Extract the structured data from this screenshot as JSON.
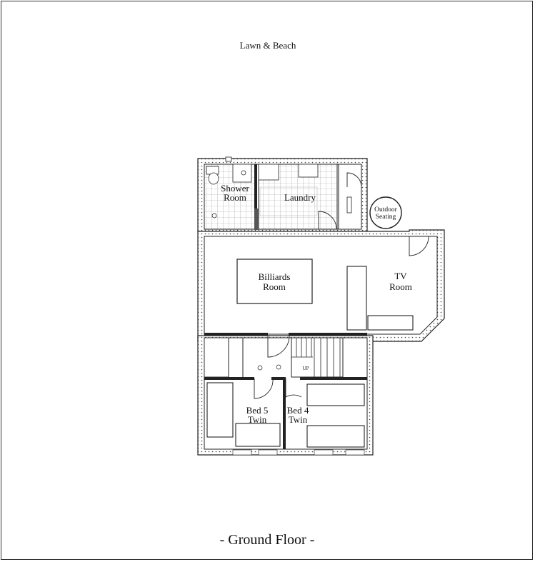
{
  "plan": {
    "top_label": "Lawn & Beach",
    "title": "- Ground Floor -",
    "rooms": {
      "shower_line1": "Shower",
      "shower_line2": "Room",
      "laundry": "Laundry",
      "outdoor_line1": "Outdoor",
      "outdoor_line2": "Seating",
      "billiards_line1": "Billiards",
      "billiards_line2": "Room",
      "tv_line1": "TV",
      "tv_line2": "Room",
      "bed5_line1": "Bed 5",
      "bed5_line2": "Twin",
      "bed4_line1": "Bed 4",
      "bed4_line2": "Twin"
    },
    "stairs_label": "UP"
  }
}
